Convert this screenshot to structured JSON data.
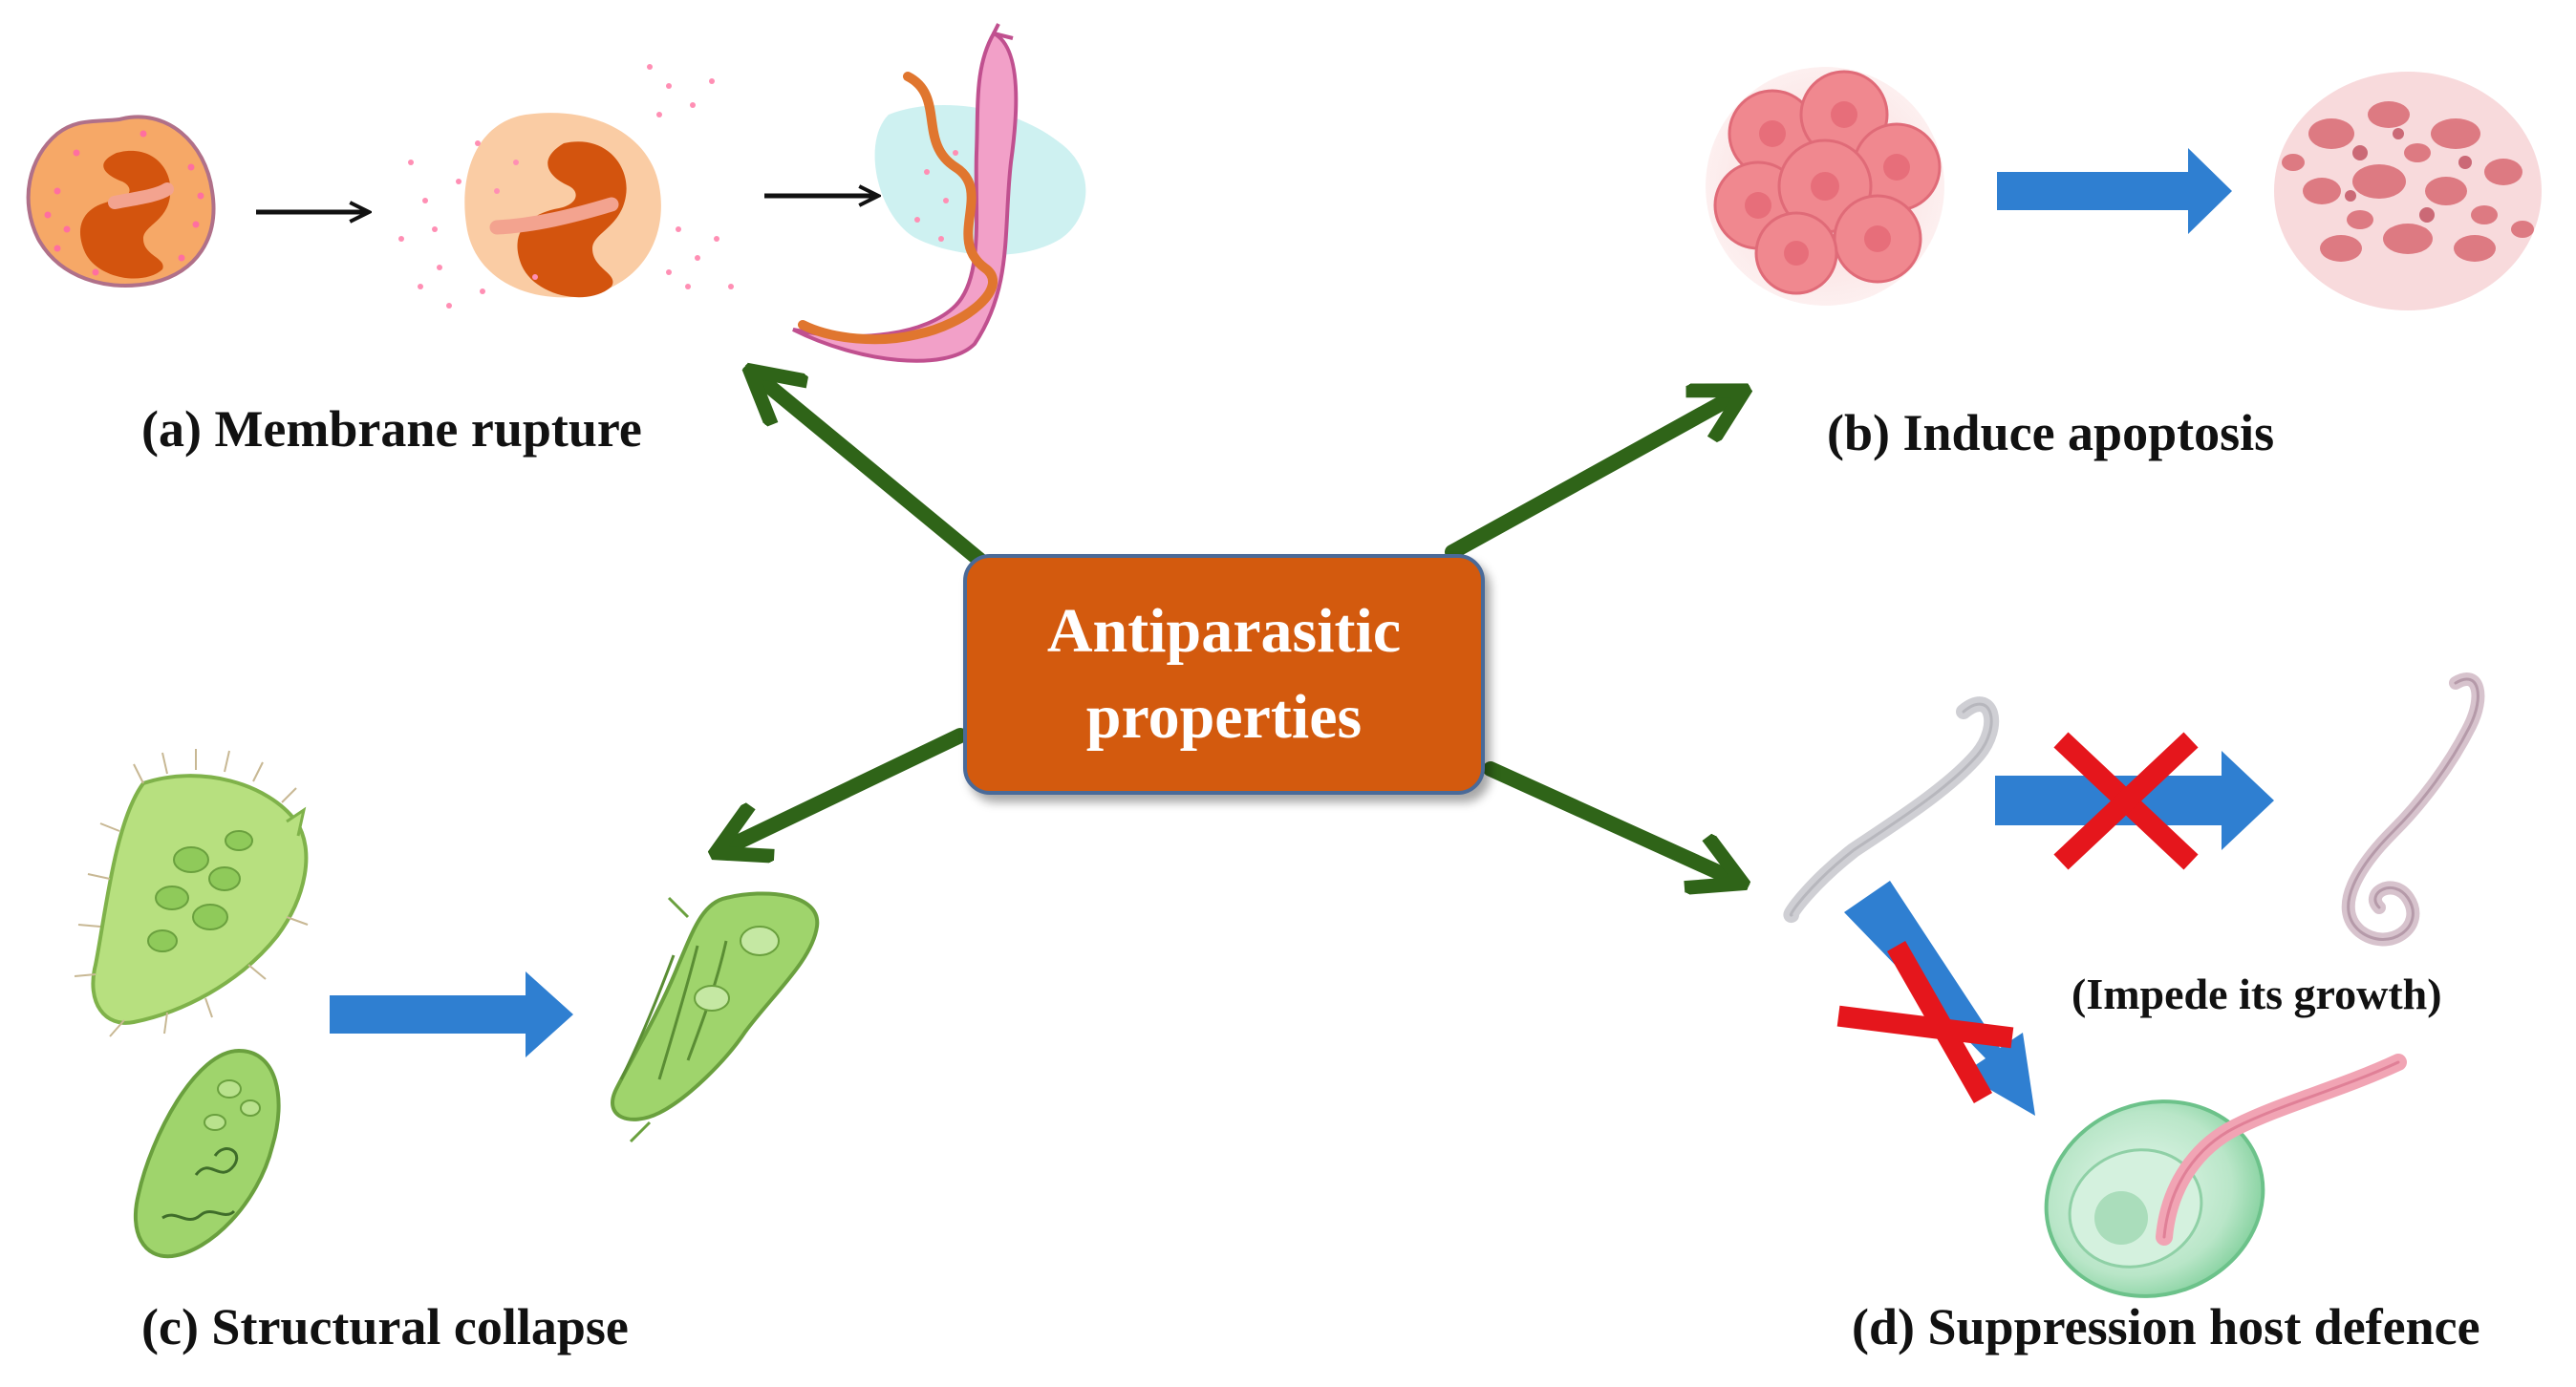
{
  "center": {
    "line1": "Antiparasitic",
    "line2": "properties"
  },
  "labels": {
    "a": "(a) Membrane rupture",
    "b": "(b) Induce apoptosis",
    "c": "(c) Structural collapse",
    "d": "(d) Suppression host defence",
    "d_note": "(Impede its growth)"
  },
  "colors": {
    "center_fill": "#d35a0e",
    "center_border": "#4a6a98",
    "radial_arrow": "#2f6418",
    "transition_arrow": "#2f7fd1",
    "block_cross": "#e5161c"
  }
}
